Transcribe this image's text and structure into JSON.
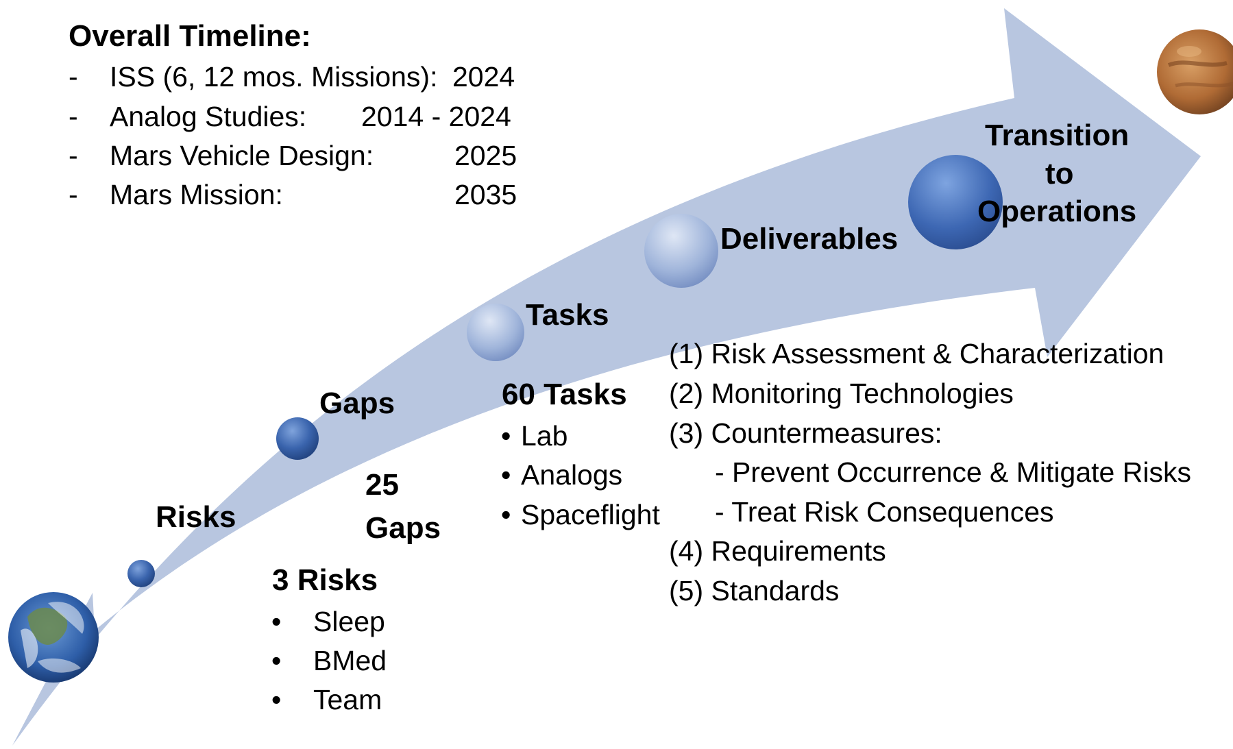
{
  "timeline": {
    "title": "Overall Timeline:",
    "rows": [
      {
        "dash": "-",
        "label": "ISS (6, 12 mos. Missions):",
        "year": "2024"
      },
      {
        "dash": "-",
        "label": "Analog Studies:",
        "year": "2014 - 2024"
      },
      {
        "dash": "-",
        "label": "Mars Vehicle Design:",
        "year": "2025"
      },
      {
        "dash": "-",
        "label": "Mars Mission:",
        "year": "2035"
      }
    ]
  },
  "stages": {
    "risks": "Risks",
    "gaps": "Gaps",
    "tasks": "Tasks",
    "deliverables": "Deliverables",
    "transition": [
      "Transition",
      "to",
      "Operations"
    ]
  },
  "risks_detail": {
    "heading": "3 Risks",
    "bullet": "•",
    "items": [
      "Sleep",
      "BMed",
      "Team"
    ]
  },
  "gaps_detail": {
    "count": "25",
    "label": "Gaps"
  },
  "tasks_detail": {
    "heading": "60 Tasks",
    "bullet": "•",
    "items": [
      "Lab",
      "Analogs",
      "Spaceflight"
    ]
  },
  "deliverables_detail": {
    "items": [
      "(1) Risk Assessment & Characterization",
      "(2) Monitoring Technologies",
      "(3) Countermeasures:",
      "- Prevent Occurrence & Mitigate Risks",
      "- Treat Risk Consequences",
      "(4) Requirements",
      "(5) Standards"
    ]
  },
  "icons": {
    "earth": "earth-globe-icon",
    "mars": "mars-planet-icon"
  },
  "colors": {
    "arrow": "#b8c6e0",
    "sphere_dark": "#2f5597",
    "sphere_light": "#a9bde0"
  }
}
